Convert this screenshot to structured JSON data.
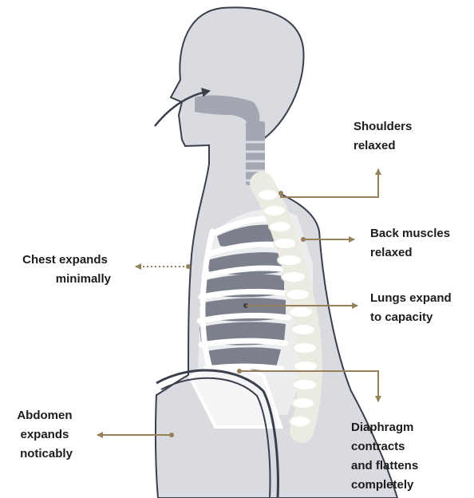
{
  "labels": {
    "shoulders": [
      "Shoulders",
      "relaxed"
    ],
    "back": [
      "Back muscles",
      "relaxed"
    ],
    "chest": [
      "Chest expands",
      "minimally"
    ],
    "lungs": [
      "Lungs expand",
      "to capacity"
    ],
    "abdomen": [
      "Abdomen",
      "expands",
      "noticably"
    ],
    "diaphragm": [
      "Diaphragm",
      "contracts",
      "and flattens",
      "completely"
    ]
  },
  "colors": {
    "body_fill": "#d9dbe1",
    "body_outline": "#3a3f4b",
    "airway": "#a3a7b2",
    "lung": "#7c808c",
    "bone": "#ffffff",
    "bone_shadow": "#ecebe2",
    "arrow": "#96805a",
    "text": "#1c1c1c"
  }
}
